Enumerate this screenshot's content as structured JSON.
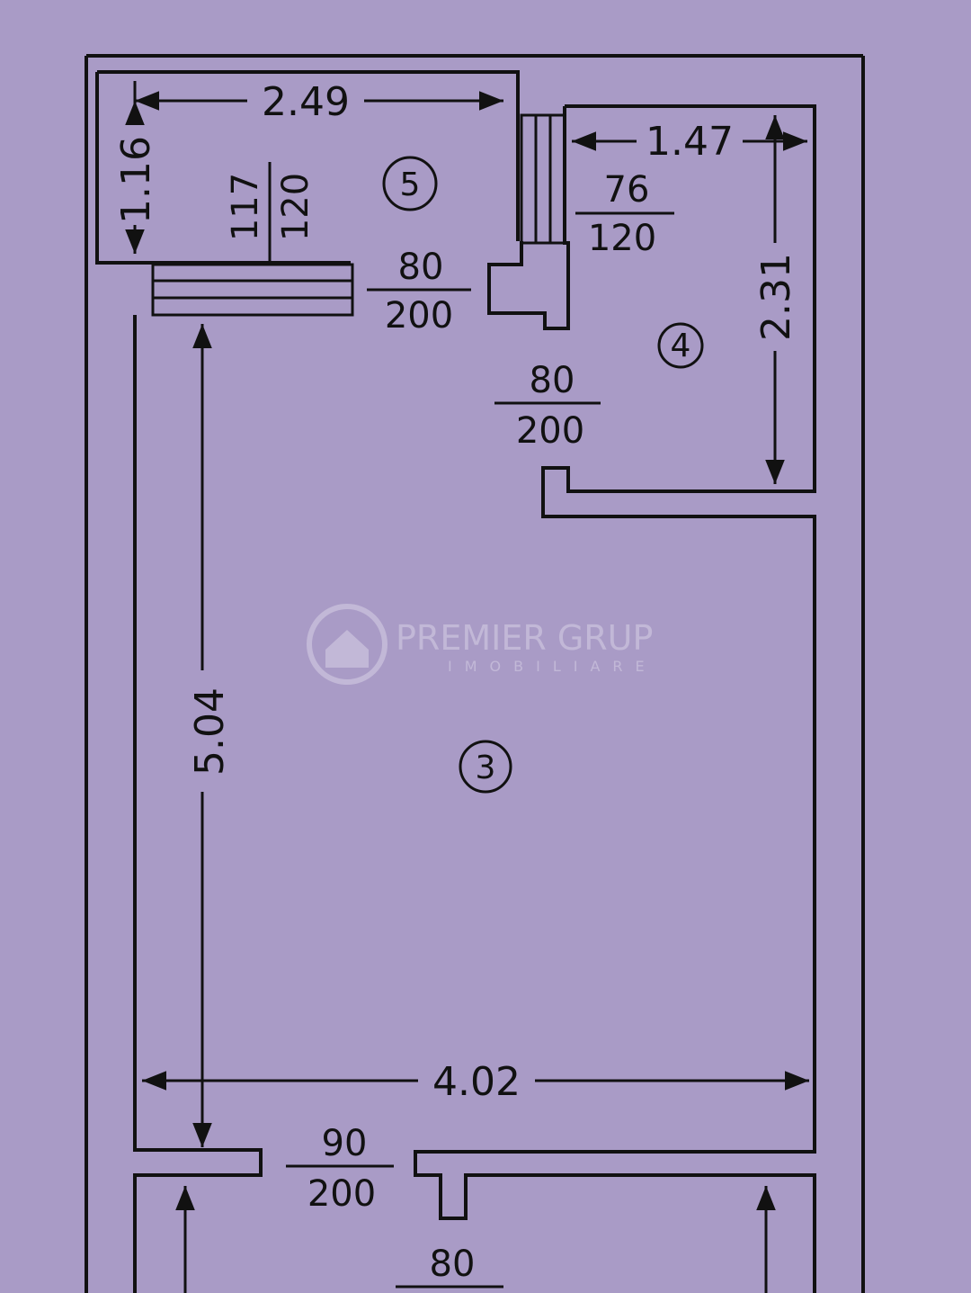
{
  "rooms": {
    "r3": "3",
    "r4": "4",
    "r5": "5"
  },
  "dimensions": {
    "d_2_49": "2.49",
    "d_1_16": "1.16",
    "d_1_47": "1.47",
    "d_2_31": "2.31",
    "d_5_04": "5.04",
    "d_4_02": "4.02"
  },
  "openings": {
    "window5": {
      "w": "117",
      "h": "120"
    },
    "window4": {
      "w": "76",
      "h": "120"
    },
    "door5": {
      "w": "80",
      "h": "200"
    },
    "door4": {
      "w": "80",
      "h": "200"
    },
    "entry": {
      "w": "90",
      "h": "200"
    },
    "bottom": {
      "w": "80"
    }
  },
  "watermark": {
    "brand": "PREMIER GRUP",
    "sub": "IMOBILIARE"
  },
  "colors": {
    "paper": "#a99bc6",
    "ink": "#111111"
  }
}
